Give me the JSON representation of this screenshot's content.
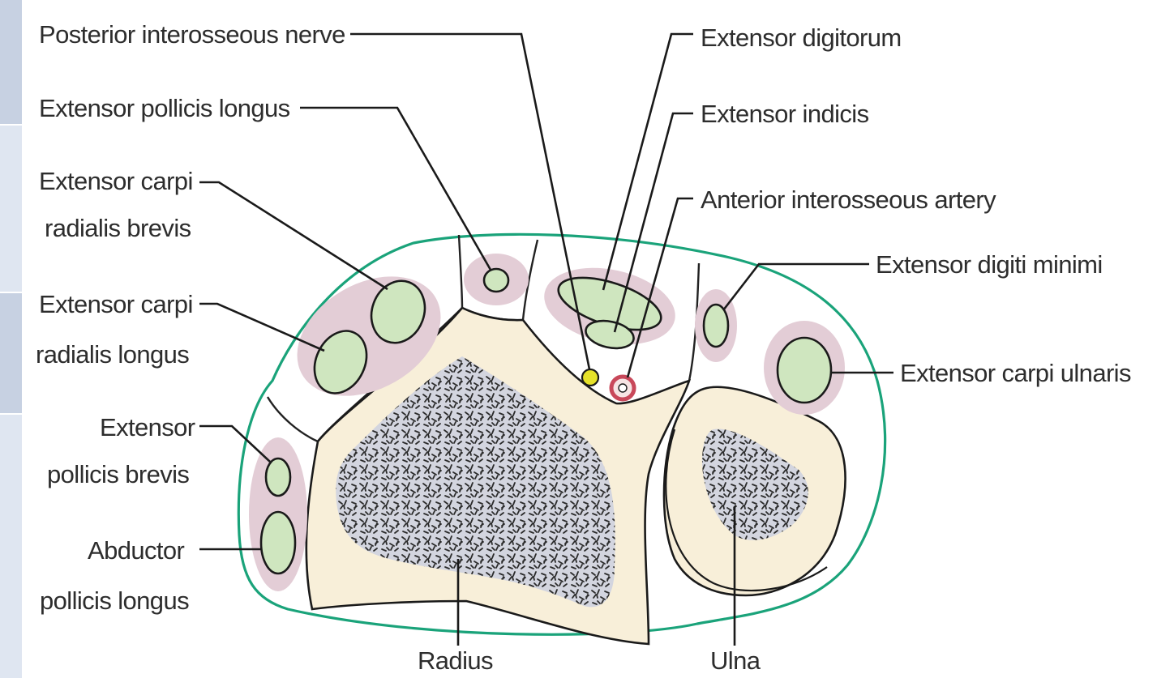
{
  "labels": {
    "posterior_interosseous_nerve": "Posterior interosseous nerve",
    "extensor_pollicis_longus": "Extensor pollicis longus",
    "ecrb_line1": "Extensor carpi",
    "ecrb_line2": "radialis brevis",
    "ecrl_line1": "Extensor carpi",
    "ecrl_line2": "radialis longus",
    "epb_line1": "Extensor",
    "epb_line2": "pollicis brevis",
    "apl_line1": "Abductor",
    "apl_line2": "pollicis longus",
    "extensor_digitorum": "Extensor digitorum",
    "extensor_indicis": "Extensor indicis",
    "anterior_interosseous_artery": "Anterior interosseous artery",
    "extensor_digiti_minimi": "Extensor digiti minimi",
    "extensor_carpi_ulnaris": "Extensor carpi ulnaris",
    "radius": "Radius",
    "ulna": "Ulna"
  },
  "colors": {
    "sheath": "#1aa37a",
    "muscle": "#cfe6bf",
    "muscle_halo": "#e3cdd6",
    "bone": "#f8efd9",
    "marrow": "#d3d5df",
    "nerve": "#e6e22a",
    "artery": "#c8485a"
  }
}
